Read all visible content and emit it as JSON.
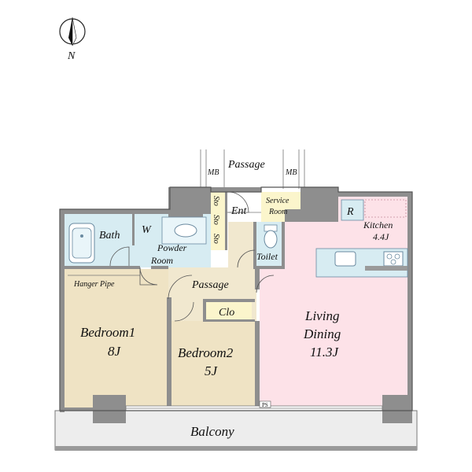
{
  "compass": {
    "label": "N"
  },
  "rooms": {
    "passage_top": "Passage",
    "mb_left": "MB",
    "mb_right": "MB",
    "ent": "Ent",
    "service_line1": "Service",
    "service_line2": "Room",
    "sto1": "Sto",
    "sto2": "Sto",
    "sto3": "Sto",
    "bath": "Bath",
    "w": "W",
    "powder_line1": "Powder",
    "powder_line2": "Room",
    "toilet": "Toilet",
    "refrigerator": "R",
    "kitchen_line1": "Kitchen",
    "kitchen_line2": "4.4J",
    "hanger_pipe": "Hanger Pipe",
    "passage_mid": "Passage",
    "clo": "Clo",
    "bedroom1_line1": "Bedroom1",
    "bedroom1_line2": "8J",
    "bedroom2_line1": "Bedroom2",
    "bedroom2_line2": "5J",
    "living_line1": "Living",
    "living_line2": "Dining",
    "living_line3": "11.3J",
    "ps": "PS",
    "balcony": "Balcony"
  },
  "colors": {
    "wall": "#8e8e8e",
    "bedroom": "#efe3c4",
    "wet_area": "#d7ecf2",
    "living": "#fde2e8",
    "service": "#fbf5cc",
    "passage": "#f1e8cf",
    "balcony": "#ededed"
  }
}
